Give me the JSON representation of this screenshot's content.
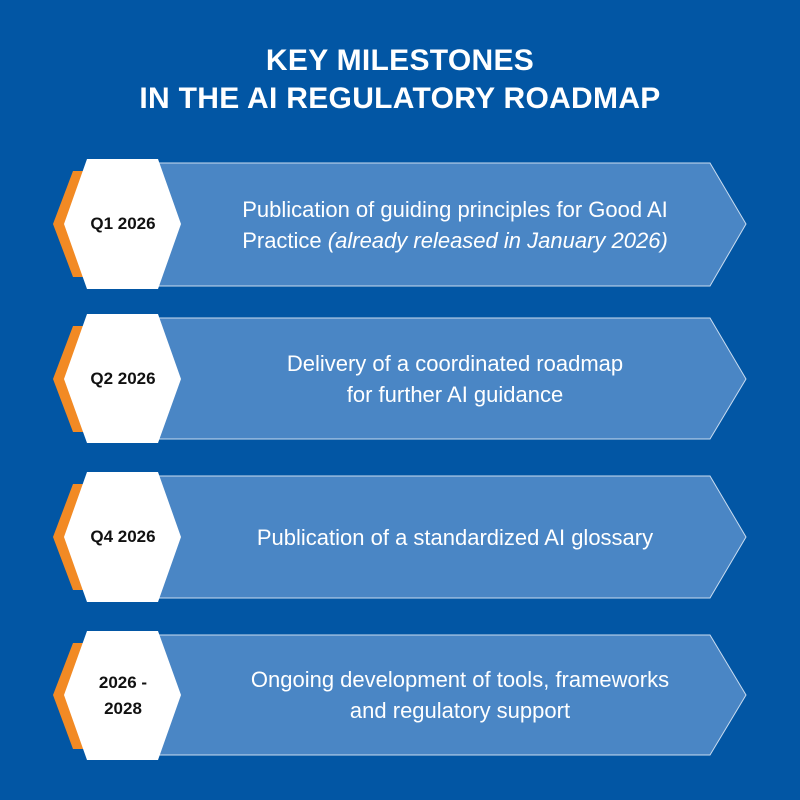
{
  "title": {
    "line1": "KEY MILESTONES",
    "line2": "IN THE AI REGULATORY ROADMAP"
  },
  "colors": {
    "background": "#0256A4",
    "arrow_fill": "#4A86C5",
    "arrow_stroke": "#C9DCF0",
    "hexagon_fill": "#FFFFFF",
    "accent_orange": "#F28A24",
    "label_text": "#111111",
    "body_text": "#FFFFFF"
  },
  "milestones": [
    {
      "period": "Q1 2026",
      "text": "Publication of guiding principles for Good AI",
      "text_line2": "Practice",
      "note": "(already released in January 2026)"
    },
    {
      "period": "Q2 2026",
      "text": "Delivery of a coordinated roadmap",
      "text_line2": "for further AI guidance"
    },
    {
      "period": "Q4 2026",
      "text": "Publication of a standardized AI glossary"
    },
    {
      "period_line1": "2026 -",
      "period_line2": "2028",
      "text": "Ongoing development of tools, frameworks",
      "text_line2": "and regulatory support"
    }
  ]
}
